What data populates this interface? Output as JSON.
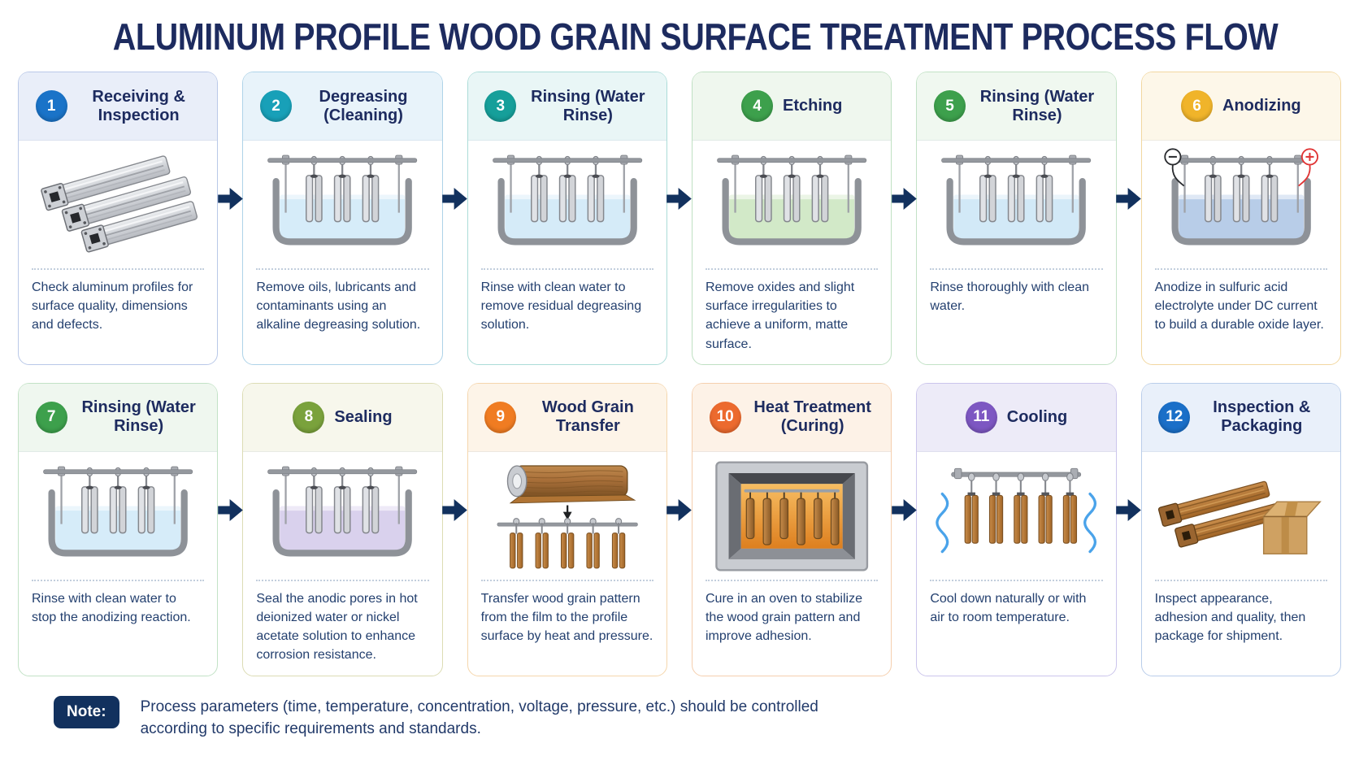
{
  "title": "ALUMINUM PROFILE WOOD GRAIN SURFACE TREATMENT PROCESS FLOW",
  "colors": {
    "title_text": "#1d2b5f",
    "body_text": "#24406f",
    "arrow": "#12315e",
    "note_badge_bg": "#12315e",
    "note_badge_text": "#ffffff"
  },
  "note": {
    "label": "Note:",
    "text": "Process parameters (time, temperature, concentration, voltage, pressure, etc.) should be controlled according to specific requirements and standards."
  },
  "steps": [
    {
      "number": "1",
      "title": "Receiving & Inspection",
      "description": "Check aluminum profiles for surface quality, dimensions and defects.",
      "circle_color": "#1a73c8",
      "header_bg": "#e9eef9",
      "border_color": "#b9c8e8",
      "illustration": "aluminum-profiles"
    },
    {
      "number": "2",
      "title": "Degreasing (Cleaning)",
      "description": "Remove oils, lubricants and contaminants using an alkaline degreasing solution.",
      "circle_color": "#18a0b8",
      "header_bg": "#e8f3fa",
      "border_color": "#aed3e8",
      "illustration": "tank",
      "liquid_color": "#d6ecf9"
    },
    {
      "number": "3",
      "title": "Rinsing (Water Rinse)",
      "description": "Rinse with clean water to remove residual degreasing solution.",
      "circle_color": "#169f9a",
      "header_bg": "#e9f6f6",
      "border_color": "#abdcd8",
      "illustration": "tank",
      "liquid_color": "#d5ebf8"
    },
    {
      "number": "4",
      "title": "Etching",
      "description": "Remove oxides and slight surface irregularities to achieve a uniform, matte surface.",
      "circle_color": "#3da04c",
      "header_bg": "#eff7ee",
      "border_color": "#bfe0c2",
      "illustration": "tank",
      "liquid_color": "#d2e9c8"
    },
    {
      "number": "5",
      "title": "Rinsing (Water Rinse)",
      "description": "Rinse thoroughly with clean water.",
      "circle_color": "#3da04c",
      "header_bg": "#f0f8f0",
      "border_color": "#c2e2c6",
      "illustration": "tank",
      "liquid_color": "#d2e9f7"
    },
    {
      "number": "6",
      "title": "Anodizing",
      "description": "Anodize in sulfuric acid electrolyte under DC current to build a durable oxide layer.",
      "circle_color": "#f0b42a",
      "header_bg": "#fdf7e9",
      "border_color": "#f2d7a0",
      "illustration": "tank-anodizing",
      "liquid_color": "#b8cde8"
    },
    {
      "number": "7",
      "title": "Rinsing (Water Rinse)",
      "description": "Rinse with clean water to stop the anodizing reaction.",
      "circle_color": "#3da04c",
      "header_bg": "#eff7ef",
      "border_color": "#c2e2c6",
      "illustration": "tank",
      "liquid_color": "#d6ecf9"
    },
    {
      "number": "8",
      "title": "Sealing",
      "description": "Seal the anodic pores in hot deionized water or nickel acetate solution to enhance corrosion resistance.",
      "circle_color": "#7aa23c",
      "header_bg": "#f7f7ec",
      "border_color": "#dcdcb4",
      "illustration": "tank",
      "liquid_color": "#d9d1ed"
    },
    {
      "number": "9",
      "title": "Wood Grain Transfer",
      "description": "Transfer wood grain pattern from the film to the profile surface by heat and pressure.",
      "circle_color": "#f07c22",
      "header_bg": "#fdf4e8",
      "border_color": "#f5d6ac",
      "illustration": "wood-transfer"
    },
    {
      "number": "10",
      "title": "Heat Treatment (Curing)",
      "description": "Cure in an oven to stabilize the wood grain pattern and improve adhesion.",
      "circle_color": "#ec6a2e",
      "header_bg": "#fdf2e7",
      "border_color": "#f5cfae",
      "illustration": "oven"
    },
    {
      "number": "11",
      "title": "Cooling",
      "description": "Cool down naturally or with air to room temperature.",
      "circle_color": "#7d57c2",
      "header_bg": "#edebf8",
      "border_color": "#cbc5ec",
      "illustration": "cooling"
    },
    {
      "number": "12",
      "title": "Inspection & Packaging",
      "description": "Inspect appearance, adhesion and quality, then package for shipment.",
      "circle_color": "#1a6fc8",
      "header_bg": "#e9f0fa",
      "border_color": "#b9cdea",
      "illustration": "wood-packaging"
    }
  ]
}
